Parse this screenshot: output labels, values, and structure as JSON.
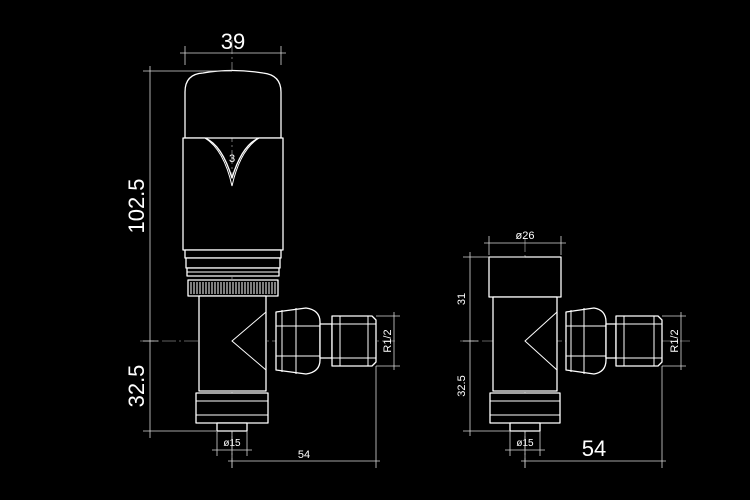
{
  "left_view": {
    "dim_top_width": "39",
    "dim_height_upper": "102.5",
    "dim_height_lower": "32.5",
    "dim_pipe_diameter": "ø15",
    "dim_outlet_length": "54",
    "thread_label": "R1/2",
    "head_number": "3"
  },
  "right_view": {
    "dim_top_diameter": "ø26",
    "dim_height_upper": "31",
    "dim_height_lower": "32.5",
    "dim_pipe_diameter": "ø15",
    "dim_outlet_length": "54",
    "thread_label": "R1/2"
  },
  "colors": {
    "background": "#000000",
    "lines": "#ffffff"
  }
}
